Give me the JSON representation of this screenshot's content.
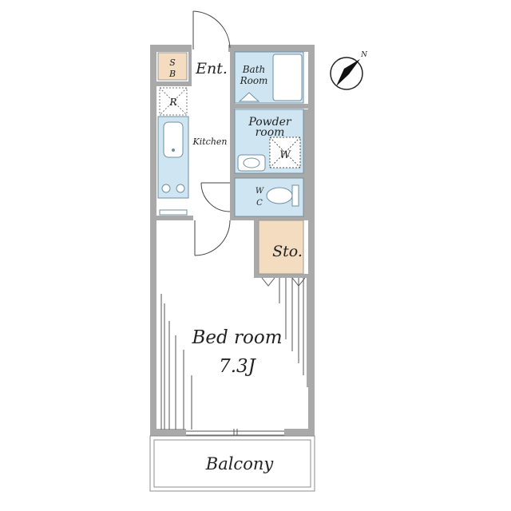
{
  "floorplan": {
    "rooms": {
      "shoe_box": "S",
      "shoe_box_2": "B",
      "entrance": "Ent.",
      "bath_line1": "Bath",
      "bath_line2": "Room",
      "powder_line1": "Powder",
      "powder_line2": "room",
      "washer": "W",
      "refrigerator": "R",
      "kitchen": "Kitchen",
      "wc_line1": "W",
      "wc_line2": "C",
      "storage": "Sto.",
      "bedroom": "Bed room",
      "bedroom_size": "7.3J",
      "balcony": "Balcony"
    },
    "compass": {
      "label": "N"
    },
    "colors": {
      "wall": "#a9a9a9",
      "wet_area": "#cfe6f2",
      "storage": "#f3dcc0",
      "fixture_stroke": "#6f8f9f"
    }
  }
}
